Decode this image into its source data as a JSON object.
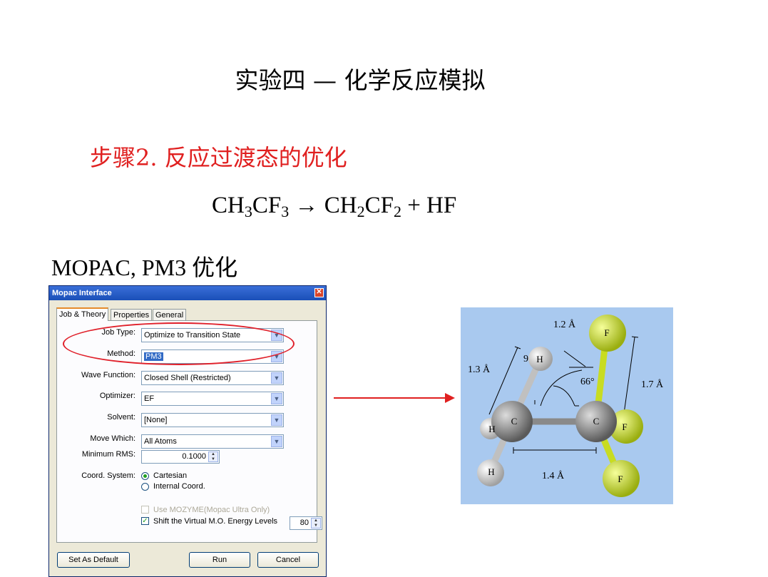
{
  "slide": {
    "title": "实验四 — 化学反应模拟",
    "step": "步骤2. 反应过渡态的优化",
    "reaction": {
      "lhs_c1": "CH",
      "lhs_s1": "3",
      "lhs_c2": "CF",
      "lhs_s2": "3",
      "arrow": "→",
      "rhs_c1": "CH",
      "rhs_s1": "2",
      "rhs_c2": "CF",
      "rhs_s2": "2",
      "rhs_tail": "+ HF"
    },
    "method_label": "MOPAC, PM3 优化"
  },
  "dialog": {
    "title": "Mopac Interface",
    "close": "✕",
    "tabs": [
      "Job & Theory",
      "Properties",
      "General"
    ],
    "fields": {
      "job_type": {
        "label": "Job Type:",
        "value": "Optimize to Transition State"
      },
      "method": {
        "label": "Method:",
        "value": "PM3"
      },
      "wave_function": {
        "label": "Wave Function:",
        "value": "Closed Shell (Restricted)"
      },
      "optimizer": {
        "label": "Optimizer:",
        "value": "EF"
      },
      "solvent": {
        "label": "Solvent:",
        "value": "[None]"
      },
      "move_which": {
        "label": "Move Which:",
        "value": "All Atoms"
      },
      "min_rms": {
        "label": "Minimum RMS:",
        "value": "0.1000"
      },
      "coord_system": {
        "label": "Coord. System:",
        "options": [
          "Cartesian",
          "Internal Coord."
        ],
        "selected": "Cartesian"
      }
    },
    "checks": {
      "mozyme": {
        "label": "Use MOZYME(Mopac Ultra Only)",
        "checked": false,
        "disabled": true
      },
      "shift": {
        "label": "Shift the Virtual M.O. Energy Levels",
        "checked": true,
        "value": "80"
      }
    },
    "buttons": {
      "default": "Set As Default",
      "run": "Run",
      "cancel": "Cancel"
    },
    "dropdown_icon": "chevron-down-icon"
  },
  "molecule": {
    "labels": {
      "d1": "1.2 Å",
      "d2": "1.3 Å",
      "d3": "1.7 Å",
      "d4": "1.4 Å",
      "angle": "66°",
      "angle2": "9"
    },
    "atoms": {
      "h1": "H",
      "h2": "H",
      "h3": "H",
      "c1": "C",
      "c2": "C",
      "f1": "F",
      "f2": "F",
      "f3": "F"
    },
    "colors": {
      "background": "#a9c9ef",
      "carbon": "#8a8a8a",
      "hydrogen": "#f2f2f2",
      "fluorine": "#c8dc22"
    }
  },
  "colors": {
    "accent_red": "#e02020"
  }
}
